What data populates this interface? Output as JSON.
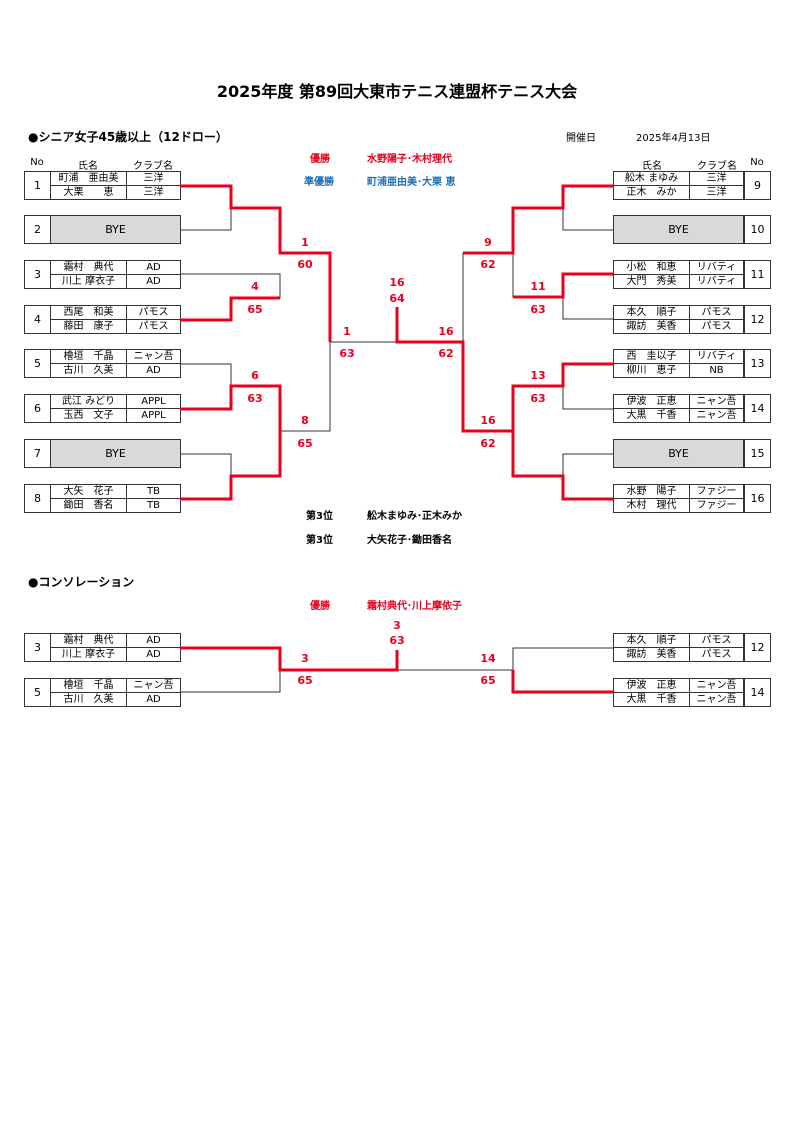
{
  "title": "2025年度 第89回大東市テニス連盟杯テニス大会",
  "main": {
    "section_title": "●シニア女子45歳以上（12ドロー）",
    "date_label": "開催日",
    "date_value": "2025年4月13日",
    "headers": {
      "no": "No",
      "name": "氏名",
      "club": "クラブ名"
    },
    "winner_label": "優勝",
    "winner": "水野陽子･木村理代",
    "runnerup_label": "準優勝",
    "runnerup": "町浦亜由美･大栗 恵",
    "third_label": "第3位",
    "third1": "舩木まゆみ･正木みか",
    "third2": "大矢花子･鋤田香名",
    "left_entries": [
      {
        "no": "1",
        "p1": "町浦　亜由美",
        "c1": "三洋",
        "p2": "大栗　　恵",
        "c2": "三洋"
      },
      {
        "no": "2",
        "bye": "BYE"
      },
      {
        "no": "3",
        "p1": "霜村　典代",
        "c1": "AD",
        "p2": "川上 摩衣子",
        "c2": "AD"
      },
      {
        "no": "4",
        "p1": "西尾　和美",
        "c1": "パモス",
        "p2": "藤田　康子",
        "c2": "パモス"
      },
      {
        "no": "5",
        "p1": "檜垣　千晶",
        "c1": "ニャン吾",
        "p2": "古川　久美",
        "c2": "AD"
      },
      {
        "no": "6",
        "p1": "武江 みどり",
        "c1": "APPL",
        "p2": "玉西　文子",
        "c2": "APPL"
      },
      {
        "no": "7",
        "bye": "BYE"
      },
      {
        "no": "8",
        "p1": "大矢　花子",
        "c1": "TB",
        "p2": "鋤田　香名",
        "c2": "TB"
      }
    ],
    "right_entries": [
      {
        "no": "9",
        "p1": "舩木 まゆみ",
        "c1": "三洋",
        "p2": "正木　みか",
        "c2": "三洋"
      },
      {
        "no": "10",
        "bye": "BYE"
      },
      {
        "no": "11",
        "p1": "小松　和恵",
        "c1": "リバティ",
        "p2": "大門　秀美",
        "c2": "リバティ"
      },
      {
        "no": "12",
        "p1": "本久　順子",
        "c1": "パモス",
        "p2": "諏訪　美香",
        "c2": "パモス"
      },
      {
        "no": "13",
        "p1": "西　圭以子",
        "c1": "リバティ",
        "p2": "柳川　恵子",
        "c2": "NB"
      },
      {
        "no": "14",
        "p1": "伊波　正恵",
        "c1": "ニャン吾",
        "p2": "大黒　千香",
        "c2": "ニャン吾"
      },
      {
        "no": "15",
        "bye": "BYE"
      },
      {
        "no": "16",
        "p1": "水野　陽子",
        "c1": "ファジー",
        "p2": "木村　理代",
        "c2": "ファジー"
      }
    ],
    "scores": {
      "r1_4": "4",
      "r1_4s": "65",
      "r1_6": "6",
      "r1_6s": "63",
      "r2_1": "1",
      "r2_1s": "60",
      "r2_8": "8",
      "r2_8s": "65",
      "sf_l": "1",
      "sf_ls": "63",
      "r1_11": "11",
      "r1_11s": "63",
      "r1_13": "13",
      "r1_13s": "63",
      "r2_9": "9",
      "r2_9s": "62",
      "r2_16": "16",
      "r2_16s": "62",
      "sf_r": "16",
      "sf_rs": "62",
      "final": "16",
      "final_s": "64"
    }
  },
  "consolation": {
    "section_title": "●コンソレーション",
    "winner_label": "優勝",
    "winner": "霜村典代･川上摩依子",
    "left_entries": [
      {
        "no": "3",
        "p1": "霜村　典代",
        "c1": "AD",
        "p2": "川上 摩衣子",
        "c2": "AD"
      },
      {
        "no": "5",
        "p1": "檜垣　千晶",
        "c1": "ニャン吾",
        "p2": "古川　久美",
        "c2": "AD"
      }
    ],
    "right_entries": [
      {
        "no": "12",
        "p1": "本久　順子",
        "c1": "パモス",
        "p2": "諏訪　美香",
        "c2": "パモス"
      },
      {
        "no": "14",
        "p1": "伊波　正恵",
        "c1": "ニャン吾",
        "p2": "大黒　千香",
        "c2": "ニャン吾"
      }
    ],
    "scores": {
      "l": "3",
      "ls": "65",
      "r": "14",
      "rs": "65",
      "final": "3",
      "final_s": "63"
    }
  },
  "colors": {
    "win": "#e8001c",
    "blue": "#1f6fb5",
    "line": "#333333",
    "bye_bg": "#d9d9d9"
  }
}
